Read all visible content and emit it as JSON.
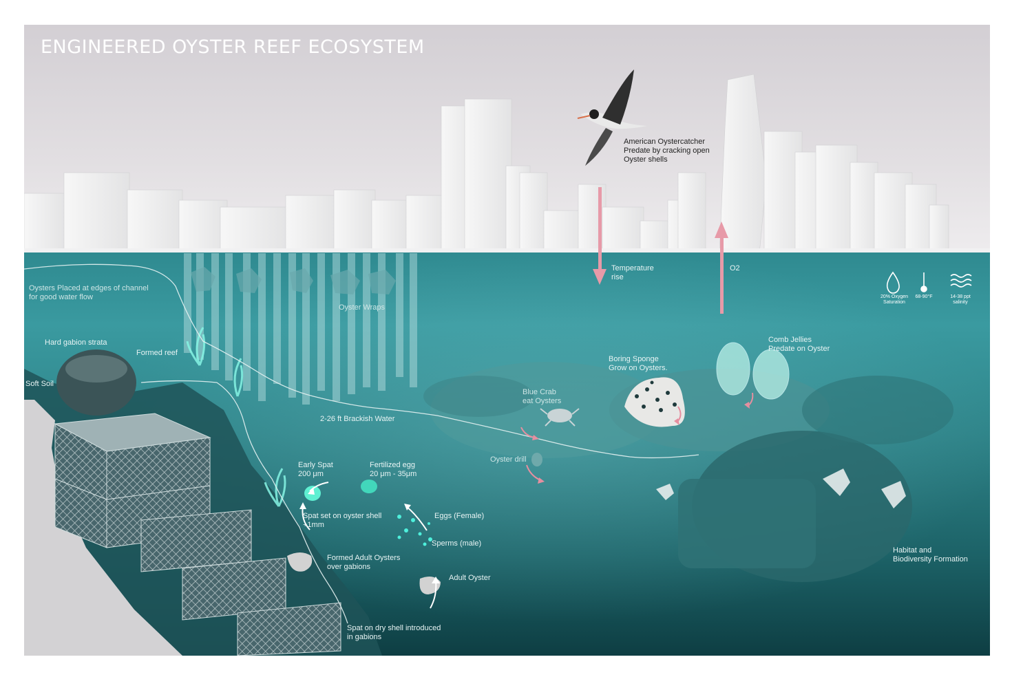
{
  "title": "ENGINEERED OYSTER REEF ECOSYSTEM",
  "colors": {
    "sky": "#d9d6da",
    "water_top": "#3a9aa0",
    "water_bottom": "#0e3e43",
    "arrow": "#e79aa8",
    "glow": "#7ff0e2",
    "soil": "#d3d2d4"
  },
  "labels": {
    "oystercatcher": [
      "American Oystercatcher",
      "Predate by cracking open",
      "Oyster shells"
    ],
    "temperature": [
      "Temperature",
      "rise"
    ],
    "o2": [
      "O2"
    ],
    "channel": [
      "Oysters Placed at edges of channel",
      "for good water flow"
    ],
    "oyster_wraps": [
      "Oyster Wraps"
    ],
    "hard_gabion": [
      "Hard gabion strata"
    ],
    "formed_reef": [
      "Formed reef"
    ],
    "soft_soil": [
      "Soft Soil"
    ],
    "brackish": [
      "2-26 ft Brackish Water"
    ],
    "boring_sponge": [
      "Boring Sponge",
      "Grow on Oysters."
    ],
    "comb_jellies": [
      "Comb Jellies",
      "Predate on Oyster"
    ],
    "blue_crab": [
      "Blue Crab",
      "eat Oysters"
    ],
    "oyster_drill": [
      "Oyster drill"
    ],
    "early_spat": [
      "Early  Spat",
      "200 μm"
    ],
    "fertilized_egg": [
      "Fertilized egg",
      "20 μm - 35μm"
    ],
    "spat_set": [
      "Spat set on oyster shell",
      "+1mm"
    ],
    "eggs": [
      "Eggs (Female)"
    ],
    "sperms": [
      "Sperms (male)"
    ],
    "formed_adult": [
      "Formed Adult Oysters",
      "over gabions"
    ],
    "adult_oyster": [
      "Adult Oyster"
    ],
    "spat_dry": [
      "Spat on dry shell introduced",
      "in gabions"
    ],
    "habitat": [
      "Habitat and",
      "Biodiversity Formation"
    ]
  },
  "conditions": [
    {
      "icon": "oxygen-drop-icon",
      "lines": [
        "20% Oxygen",
        "Saturation"
      ]
    },
    {
      "icon": "thermometer-icon",
      "lines": [
        "68-90°F"
      ]
    },
    {
      "icon": "waves-icon",
      "lines": [
        "14-38 ppt",
        "salinity"
      ]
    }
  ]
}
